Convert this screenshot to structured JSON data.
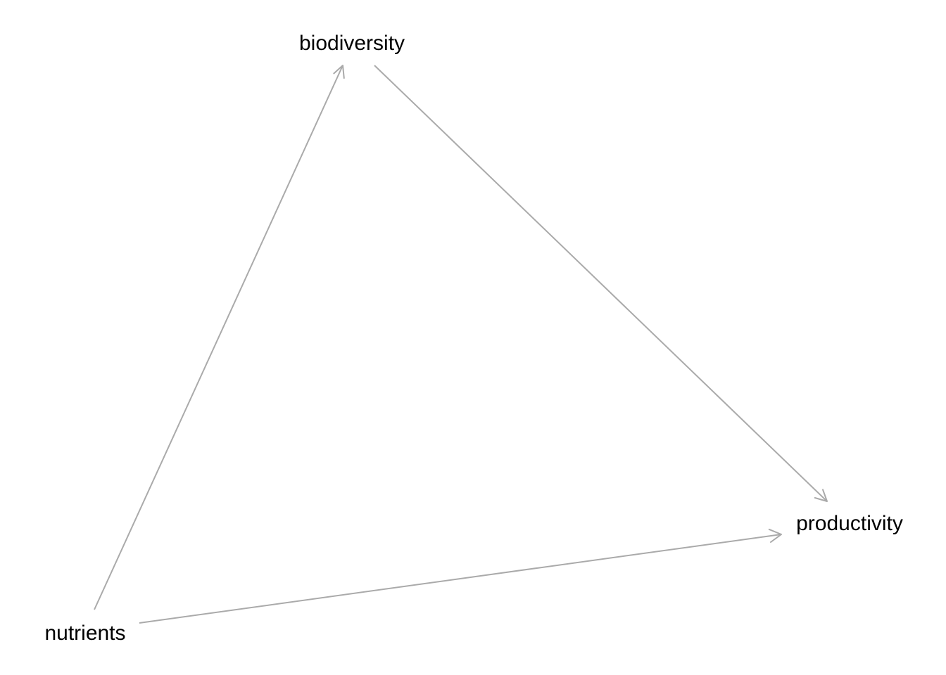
{
  "diagram": {
    "nodes": [
      {
        "id": "biodiversity",
        "label": "biodiversity"
      },
      {
        "id": "productivity",
        "label": "productivity"
      },
      {
        "id": "nutrients",
        "label": "nutrients"
      }
    ],
    "edges": [
      {
        "from": "nutrients",
        "to": "biodiversity"
      },
      {
        "from": "biodiversity",
        "to": "productivity"
      },
      {
        "from": "nutrients",
        "to": "productivity"
      }
    ],
    "colors": {
      "edge": "#aaaaaa",
      "text": "#000000",
      "background": "#ffffff"
    }
  }
}
